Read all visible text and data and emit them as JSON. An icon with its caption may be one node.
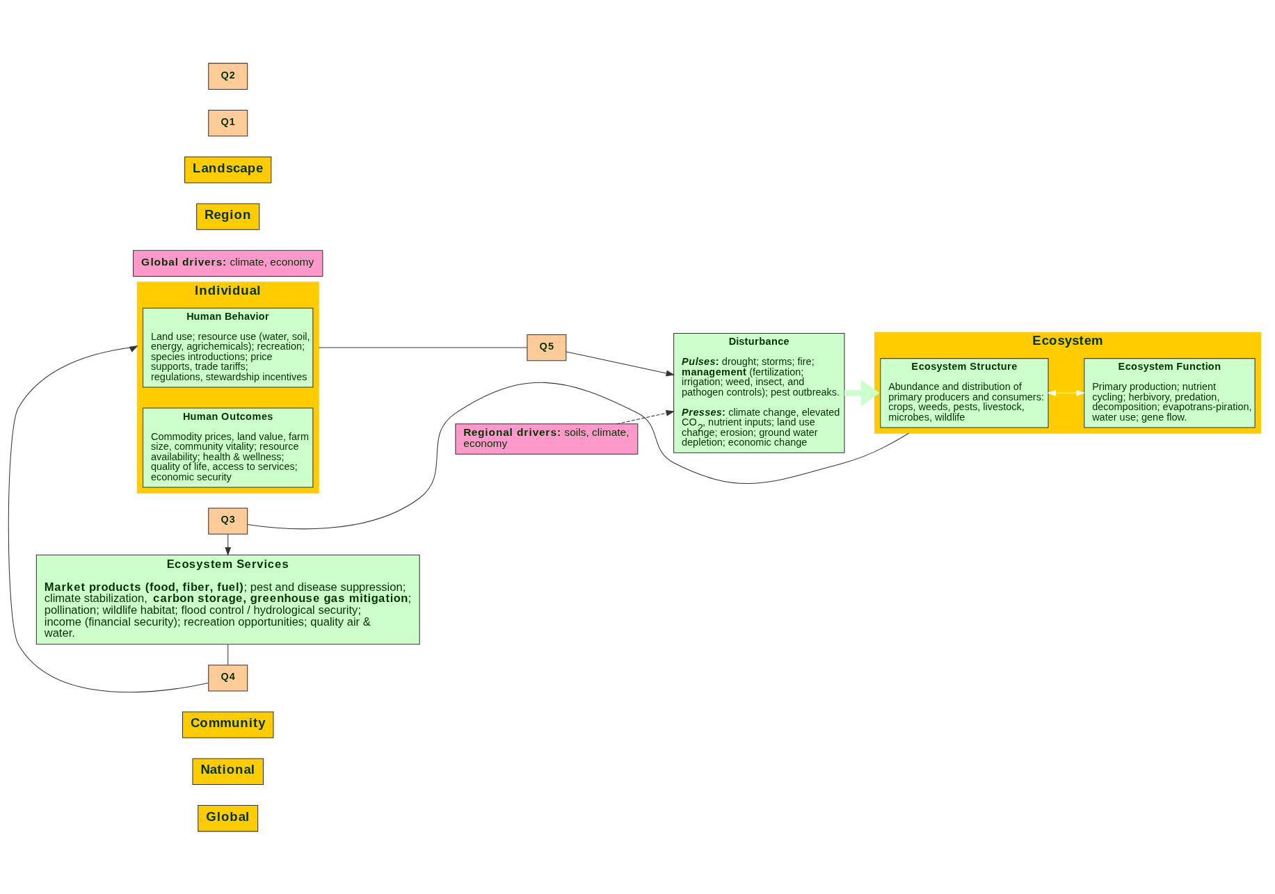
{
  "diagram": {
    "nodes": [
      {
        "text": [
          "Global"
        ]
      },
      {
        "text": [
          "National"
        ]
      },
      {
        "text": [
          "Community"
        ]
      },
      {
        "text": [
          "Individual"
        ]
      },
      {
        "text": [
          "Human Behavior",
          "Land use; resource use (water, soil, energy, agrichemicals); recreation; species introductions; price supports, trade tariffs; regulations, stewardship incentives"
        ],
        "in": 3
      },
      {
        "text": [
          "Human Outcomes",
          "Commodity prices, land value, farm size, community vitality; resource availability; health & wellness; quality of life, access to services; economic security"
        ],
        "in": 3
      },
      {
        "text": [
          "**Global drivers:** climate, economy"
        ]
      },
      {
        "text": [
          "**Regional drivers:** soils, climate, economy"
        ]
      },
      {
        "text": [
          "Disturbance",
          "***Pulses*:** drought; storms; fire; **management** (fertilization; irrigation; weed, insect, and pathogen controls); pest outbreaks.",
          "***Presses*:** climate change, elevated CO$_{2}$, nutrient inputs; land use change; erosion; ground water depletion; economic change"
        ]
      },
      {
        "text": [
          "Q5"
        ]
      },
      {
        "text": [
          "Region"
        ]
      },
      {
        "text": [
          "Landscape"
        ]
      },
      {
        "text": [
          "Ecosystem"
        ]
      },
      {
        "text": [
          "Ecosystem Structure",
          "Abundance and distribution of primary producers and consumers: crops, weeds, pests, livestock, microbes, wildlife"
        ],
        "in": 12
      },
      {
        "text": [
          "Ecosystem Function",
          "Primary production; nutrient cycling; herbivory, predation, decomposition; evapotrans-piration, water use; gene flow."
        ],
        "in": 12
      },
      {
        "text": [
          "Q1"
        ]
      },
      {
        "text": [
          "Q2"
        ]
      },
      {
        "text": [
          "Ecosystem Services",
          "**Market products (food, fiber, fuel)**; pest and disease suppression; climate stabilization, **carbon storage, greenhouse gas mitigation**; pollination; wildlife habitat; flood control / hydrological security; income (financial security); recreation opportunities; quality air & water."
        ]
      },
      {
        "text": [
          "Q3"
        ]
      },
      {
        "text": [
          "Q4"
        ]
      }
    ],
    "edges": [
      {
        "from": 7,
        "to": 8,
        "arrow": "to",
        "style": "dashed"
      },
      {
        "from": 3,
        "to": 9,
        "arrow": "none"
      },
      {
        "from": 9,
        "to": 8,
        "arrow": "to"
      },
      {
        "from": 8,
        "to": 12,
        "arrow": "to",
        "style": "thick",
        "color": "#ccffcc"
      },
      {
        "from": 13,
        "to": 14,
        "arrow": "both",
        "color": "#ffffff"
      },
      {
        "from": 12,
        "to": 18,
        "arrow": "none"
      },
      {
        "from": 18,
        "to": 17,
        "arrow": "to"
      },
      {
        "from": 17,
        "to": 19,
        "arrow": "none"
      },
      {
        "from": 19,
        "to": 3,
        "arrow": "to"
      }
    ]
  }
}
